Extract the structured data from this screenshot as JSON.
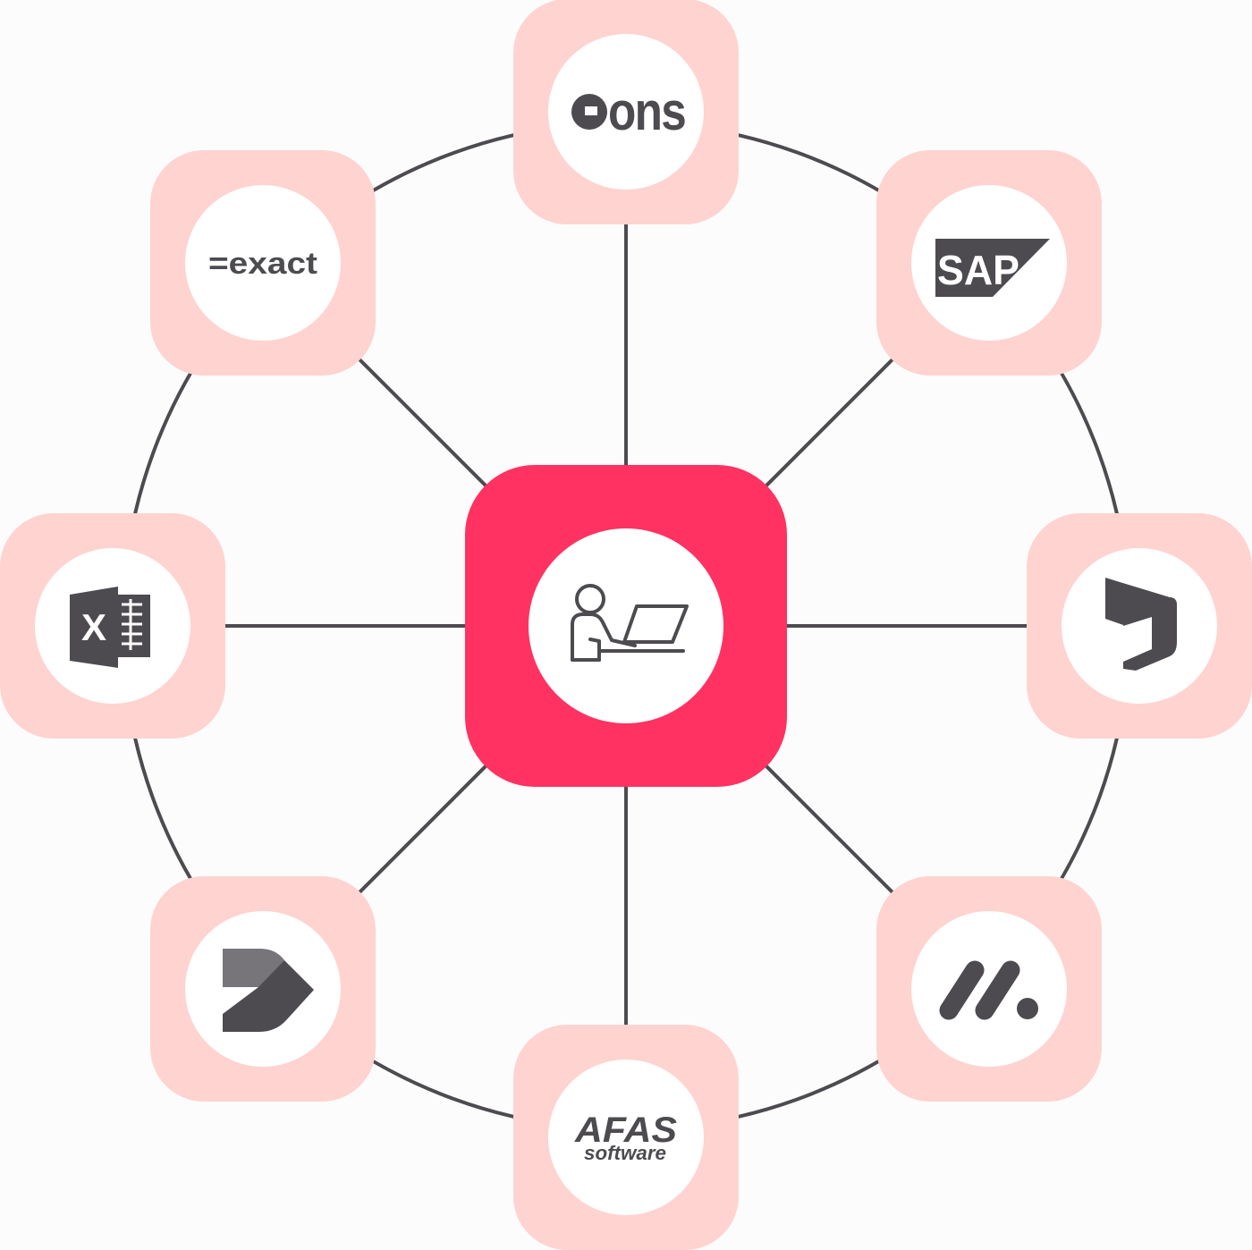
{
  "colors": {
    "line": "#4d4b4f",
    "tile": "#ffd3d0",
    "center_tile": "#ff3262",
    "circle": "#ffffff",
    "logo": "#4d4b4f"
  },
  "center": {
    "icon": "person-at-laptop-icon"
  },
  "nodes": [
    {
      "id": "ons",
      "label": "ons",
      "icon": "ons-logo"
    },
    {
      "id": "sap",
      "label": "SAP",
      "icon": "sap-logo"
    },
    {
      "id": "dynamics",
      "icon": "dynamics-logo"
    },
    {
      "id": "monday",
      "icon": "monday-logo"
    },
    {
      "id": "afas",
      "label": "AFAS",
      "sublabel": "software",
      "icon": "afas-logo"
    },
    {
      "id": "power-automate",
      "icon": "power-automate-logo"
    },
    {
      "id": "excel",
      "label": "X",
      "icon": "excel-logo"
    },
    {
      "id": "exact",
      "label": "=exact",
      "icon": "exact-logo"
    }
  ]
}
